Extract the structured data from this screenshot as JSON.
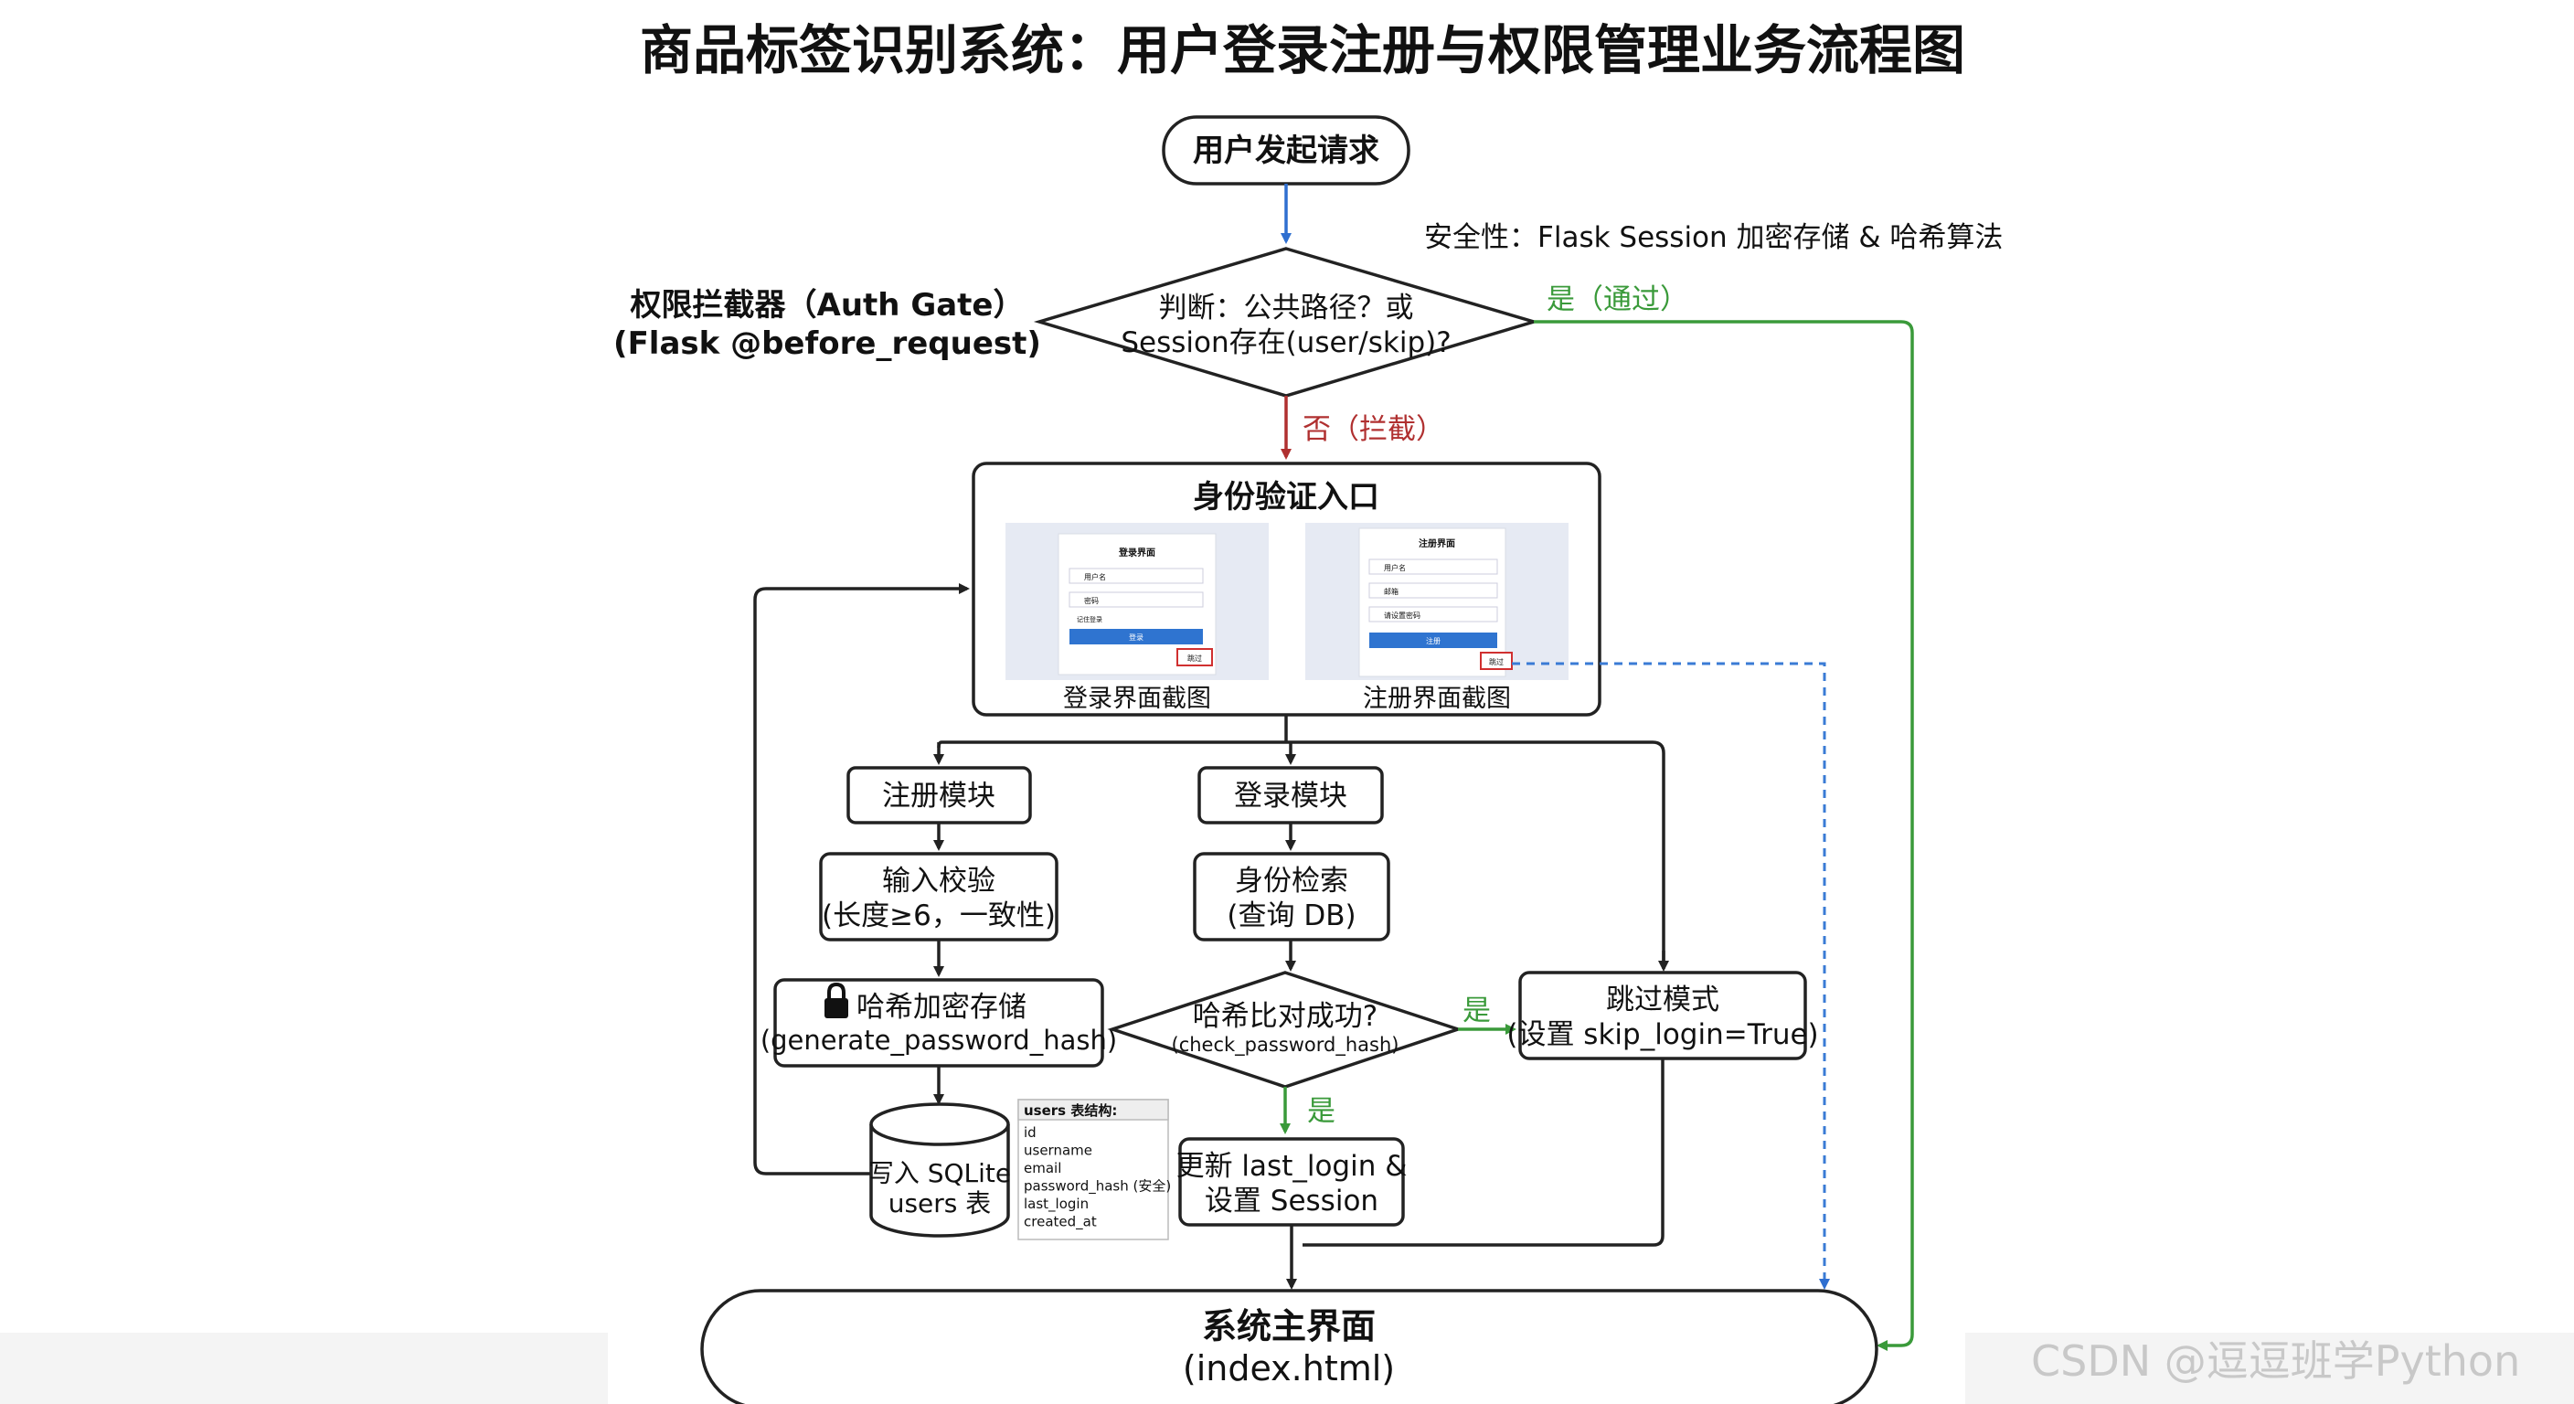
{
  "title": "商品标签识别系统：用户登录注册与权限管理业务流程图",
  "start": "用户发起请求",
  "security_note": "安全性：Flask Session 加密存储 & 哈希算法",
  "auth_gate": {
    "line1": "权限拦截器（Auth Gate）",
    "line2": "(Flask @before_request)"
  },
  "decision1": {
    "line1": "判断：公共路径？或",
    "line2": "Session存在(user/skip)?"
  },
  "yes_pass": "是（通过）",
  "no_block": "否（拦截）",
  "auth_entry": {
    "title": "身份验证入口",
    "login_caption": "登录界面截图",
    "register_caption": "注册界面截图",
    "login_form": {
      "title": "登录界面",
      "username": "用户名",
      "password": "密码",
      "remember": "记住登录",
      "button": "登录",
      "skip": "跳过"
    },
    "register_form": {
      "title": "注册界面",
      "username": "用户名",
      "email": "邮箱",
      "password": "请设置密码",
      "button": "注册",
      "skip": "跳过"
    }
  },
  "register": {
    "module": "注册模块",
    "validate_line1": "输入校验",
    "validate_line2": "(长度≥6，一致性)",
    "hash_line1": "哈希加密存储",
    "hash_line2": "(generate_password_hash)",
    "db_line1": "写入 SQLite",
    "db_line2": "users 表",
    "table_title": "users 表结构:",
    "table_fields": [
      "id",
      "username",
      "email",
      "password_hash (安全)",
      "last_login",
      "created_at"
    ]
  },
  "login": {
    "module": "登录模块",
    "lookup_line1": "身份检索",
    "lookup_line2": "(查询 DB)",
    "compare_line1": "哈希比对成功?",
    "compare_line2": "(check_password_hash)",
    "yes": "是",
    "update_line1": "更新 last_login &",
    "update_line2": "设置 Session"
  },
  "skip": {
    "yes": "是",
    "line1": "跳过模式",
    "line2": "(设置 skip_login=True)"
  },
  "main": {
    "line1": "系统主界面",
    "line2": "(index.html)"
  },
  "watermark": "CSDN @逗逗班学Python",
  "colors": {
    "blue": "#2f6fd0",
    "red": "#b03030",
    "green": "#3a9a3a",
    "dashed_blue": "#3a7bd5",
    "line": "#222222"
  }
}
